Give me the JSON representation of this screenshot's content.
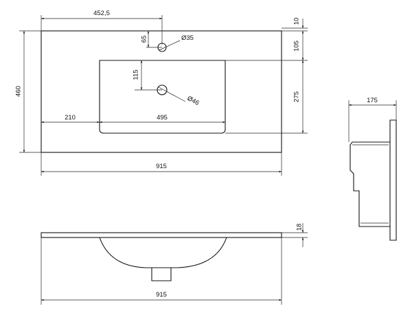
{
  "colors": {
    "line": "#111111",
    "background": "#ffffff"
  },
  "top_view": {
    "dim_overall_width": "915",
    "dim_overall_depth": "460",
    "dim_tap_hole_offset": "452,5",
    "dim_tap_hole_from_back": "65",
    "dim_tap_hole_diameter": "Ø35",
    "dim_back_edge": "10",
    "dim_bowl_from_back": "105",
    "dim_bowl_depth": "275",
    "dim_drain_from_bowl_edge": "115",
    "dim_drain_diameter": "Ø46",
    "dim_bowl_left_offset": "210",
    "dim_bowl_width": "495"
  },
  "side_view": {
    "dim_depth": "175"
  },
  "front_view": {
    "dim_thickness": "18",
    "dim_overall_width": "915"
  }
}
